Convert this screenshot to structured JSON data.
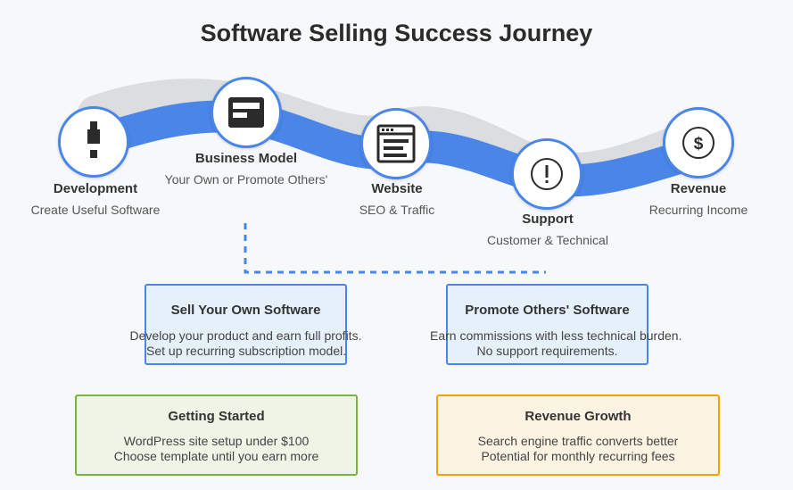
{
  "title": "Software Selling Success Journey",
  "colors": {
    "accent": "#4a86e8",
    "road_shadow": "#dcdde0",
    "icon_dark": "#2b2b2b",
    "green": "#7cb342",
    "orange": "#f0a30a"
  },
  "stages": [
    {
      "name": "Development",
      "subtitle": "Create Useful Software",
      "icon": "puzzle-piece-icon"
    },
    {
      "name": "Business Model",
      "subtitle": "Your Own or Promote Others'",
      "icon": "layout-icon"
    },
    {
      "name": "Website",
      "subtitle": "SEO & Traffic",
      "icon": "browser-window-icon"
    },
    {
      "name": "Support",
      "subtitle": "Customer & Technical",
      "icon": "exclamation-icon"
    },
    {
      "name": "Revenue",
      "subtitle": "Recurring Income",
      "icon": "dollar-icon"
    }
  ],
  "options": [
    {
      "title": "Sell Your Own Software",
      "lines": [
        "Develop your product and earn full profits.",
        "Set up recurring subscription model."
      ]
    },
    {
      "title": "Promote Others' Software",
      "lines": [
        "Earn commissions with less technical burden.",
        "No support requirements."
      ]
    }
  ],
  "notes": [
    {
      "title": "Getting Started",
      "lines": [
        "WordPress site setup under $100",
        "Choose template until you earn more"
      ]
    },
    {
      "title": "Revenue Growth",
      "lines": [
        "Search engine traffic converts better",
        "Potential for monthly recurring fees"
      ]
    }
  ]
}
